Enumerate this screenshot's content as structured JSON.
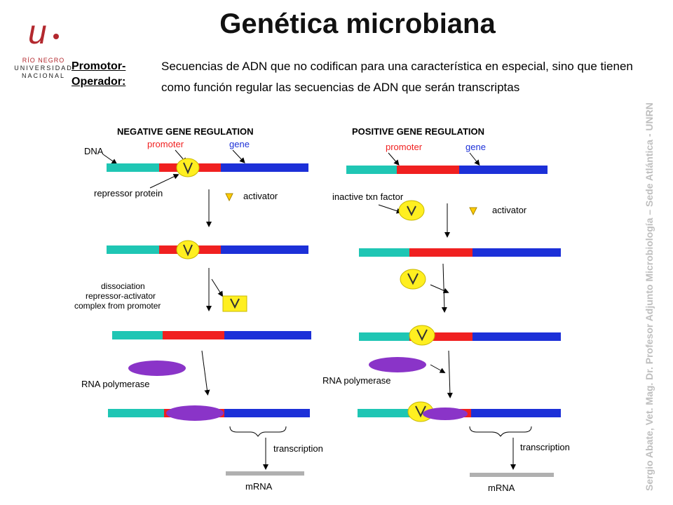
{
  "logo": {
    "mark_text": "u",
    "line1": "RÍO NEGRO",
    "line2": "UNIVERSIDAD",
    "line3": "NACIONAL",
    "colors": {
      "brand_red": "#b3282e"
    }
  },
  "title": "Genética microbiana",
  "term": {
    "line1": "Promotor-",
    "line2": "Operador:"
  },
  "definition": "Secuencias de ADN que no codifican para una característica en especial, sino que tienen como función regular las secuencias de ADN que serán transcriptas",
  "side_credit": "Sergio Abate, Vet. Mag. Dr. Profesor Adjunto Microbiología – Sede Atlántica - UNRN",
  "diagram": {
    "negative": {
      "heading": "NEGATIVE GENE REGULATION",
      "dna": "DNA",
      "promoter": "promoter",
      "gene": "gene",
      "repressor": "repressor protein",
      "activator": "activator",
      "dissociation_1": "dissociation",
      "dissociation_2": "repressor-activator",
      "dissociation_3": "complex from promoter",
      "rna_polymerase": "RNA polymerase",
      "transcription": "transcription",
      "mrna": "mRNA"
    },
    "positive": {
      "heading": "POSITIVE GENE REGULATION",
      "promoter": "promoter",
      "gene": "gene",
      "inactive_factor": "inactive txn factor",
      "activator": "activator",
      "rna_polymerase": "RNA polymerase",
      "transcription": "transcription",
      "mrna": "mRNA"
    },
    "colors": {
      "teal": "#1fc6b4",
      "red": "#f02020",
      "blue": "#1c30d8",
      "yellow": "#ffef20",
      "purple": "#8a34c8",
      "mrna_gray": "#b0b0b0"
    }
  }
}
